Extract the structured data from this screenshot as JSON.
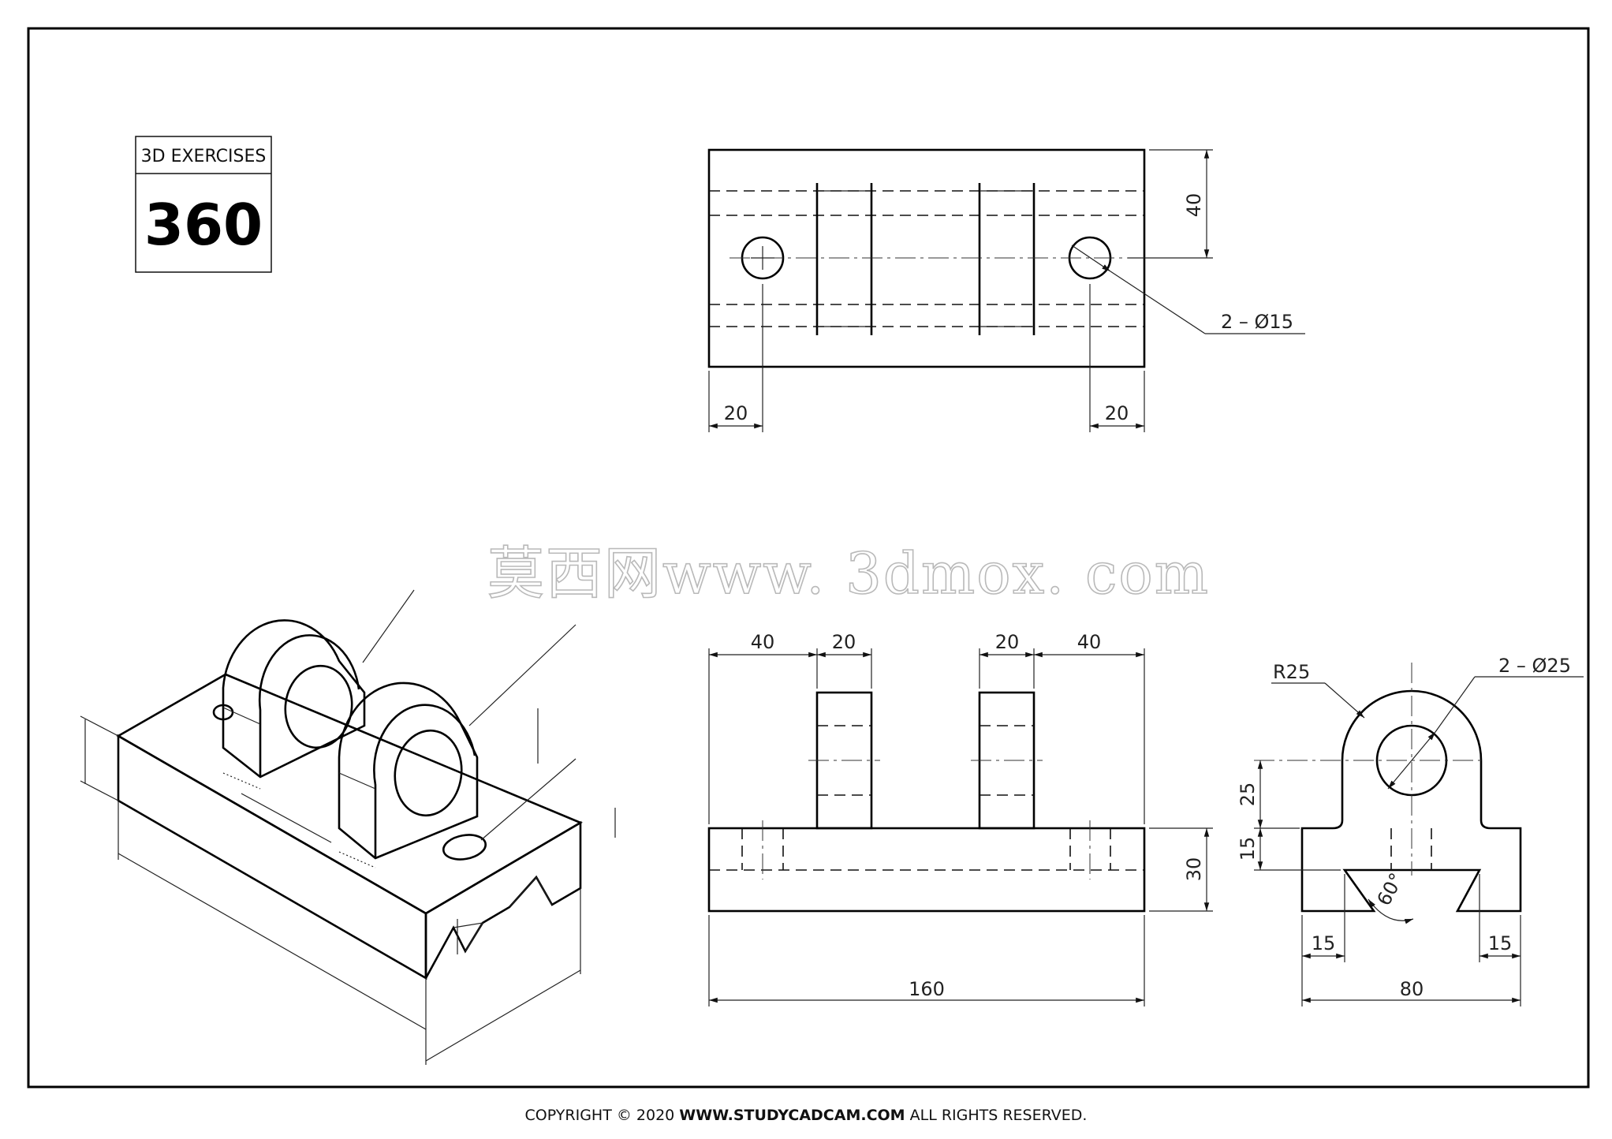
{
  "badge": {
    "label": "3D EXERCISES",
    "number": "360"
  },
  "top_view": {
    "width_dim": "40",
    "hole_note": "2 – Ø15",
    "left_offset": "20",
    "right_offset": "20"
  },
  "front_view": {
    "dims_top": [
      "40",
      "20",
      "20",
      "40"
    ],
    "height": "30",
    "length": "160"
  },
  "side_view": {
    "radius": "R25",
    "hole_note": "2 – Ø25",
    "dim_25": "25",
    "dim_15": "15",
    "angle": "60°",
    "left_foot": "15",
    "right_foot": "15",
    "width": "80"
  },
  "watermark": "莫西网www. 3dmox. com",
  "footer": {
    "prefix": "COPYRIGHT © 2020 ",
    "site": "WWW.STUDYCADCAM.COM",
    "suffix": " ALL RIGHTS RESERVED."
  }
}
